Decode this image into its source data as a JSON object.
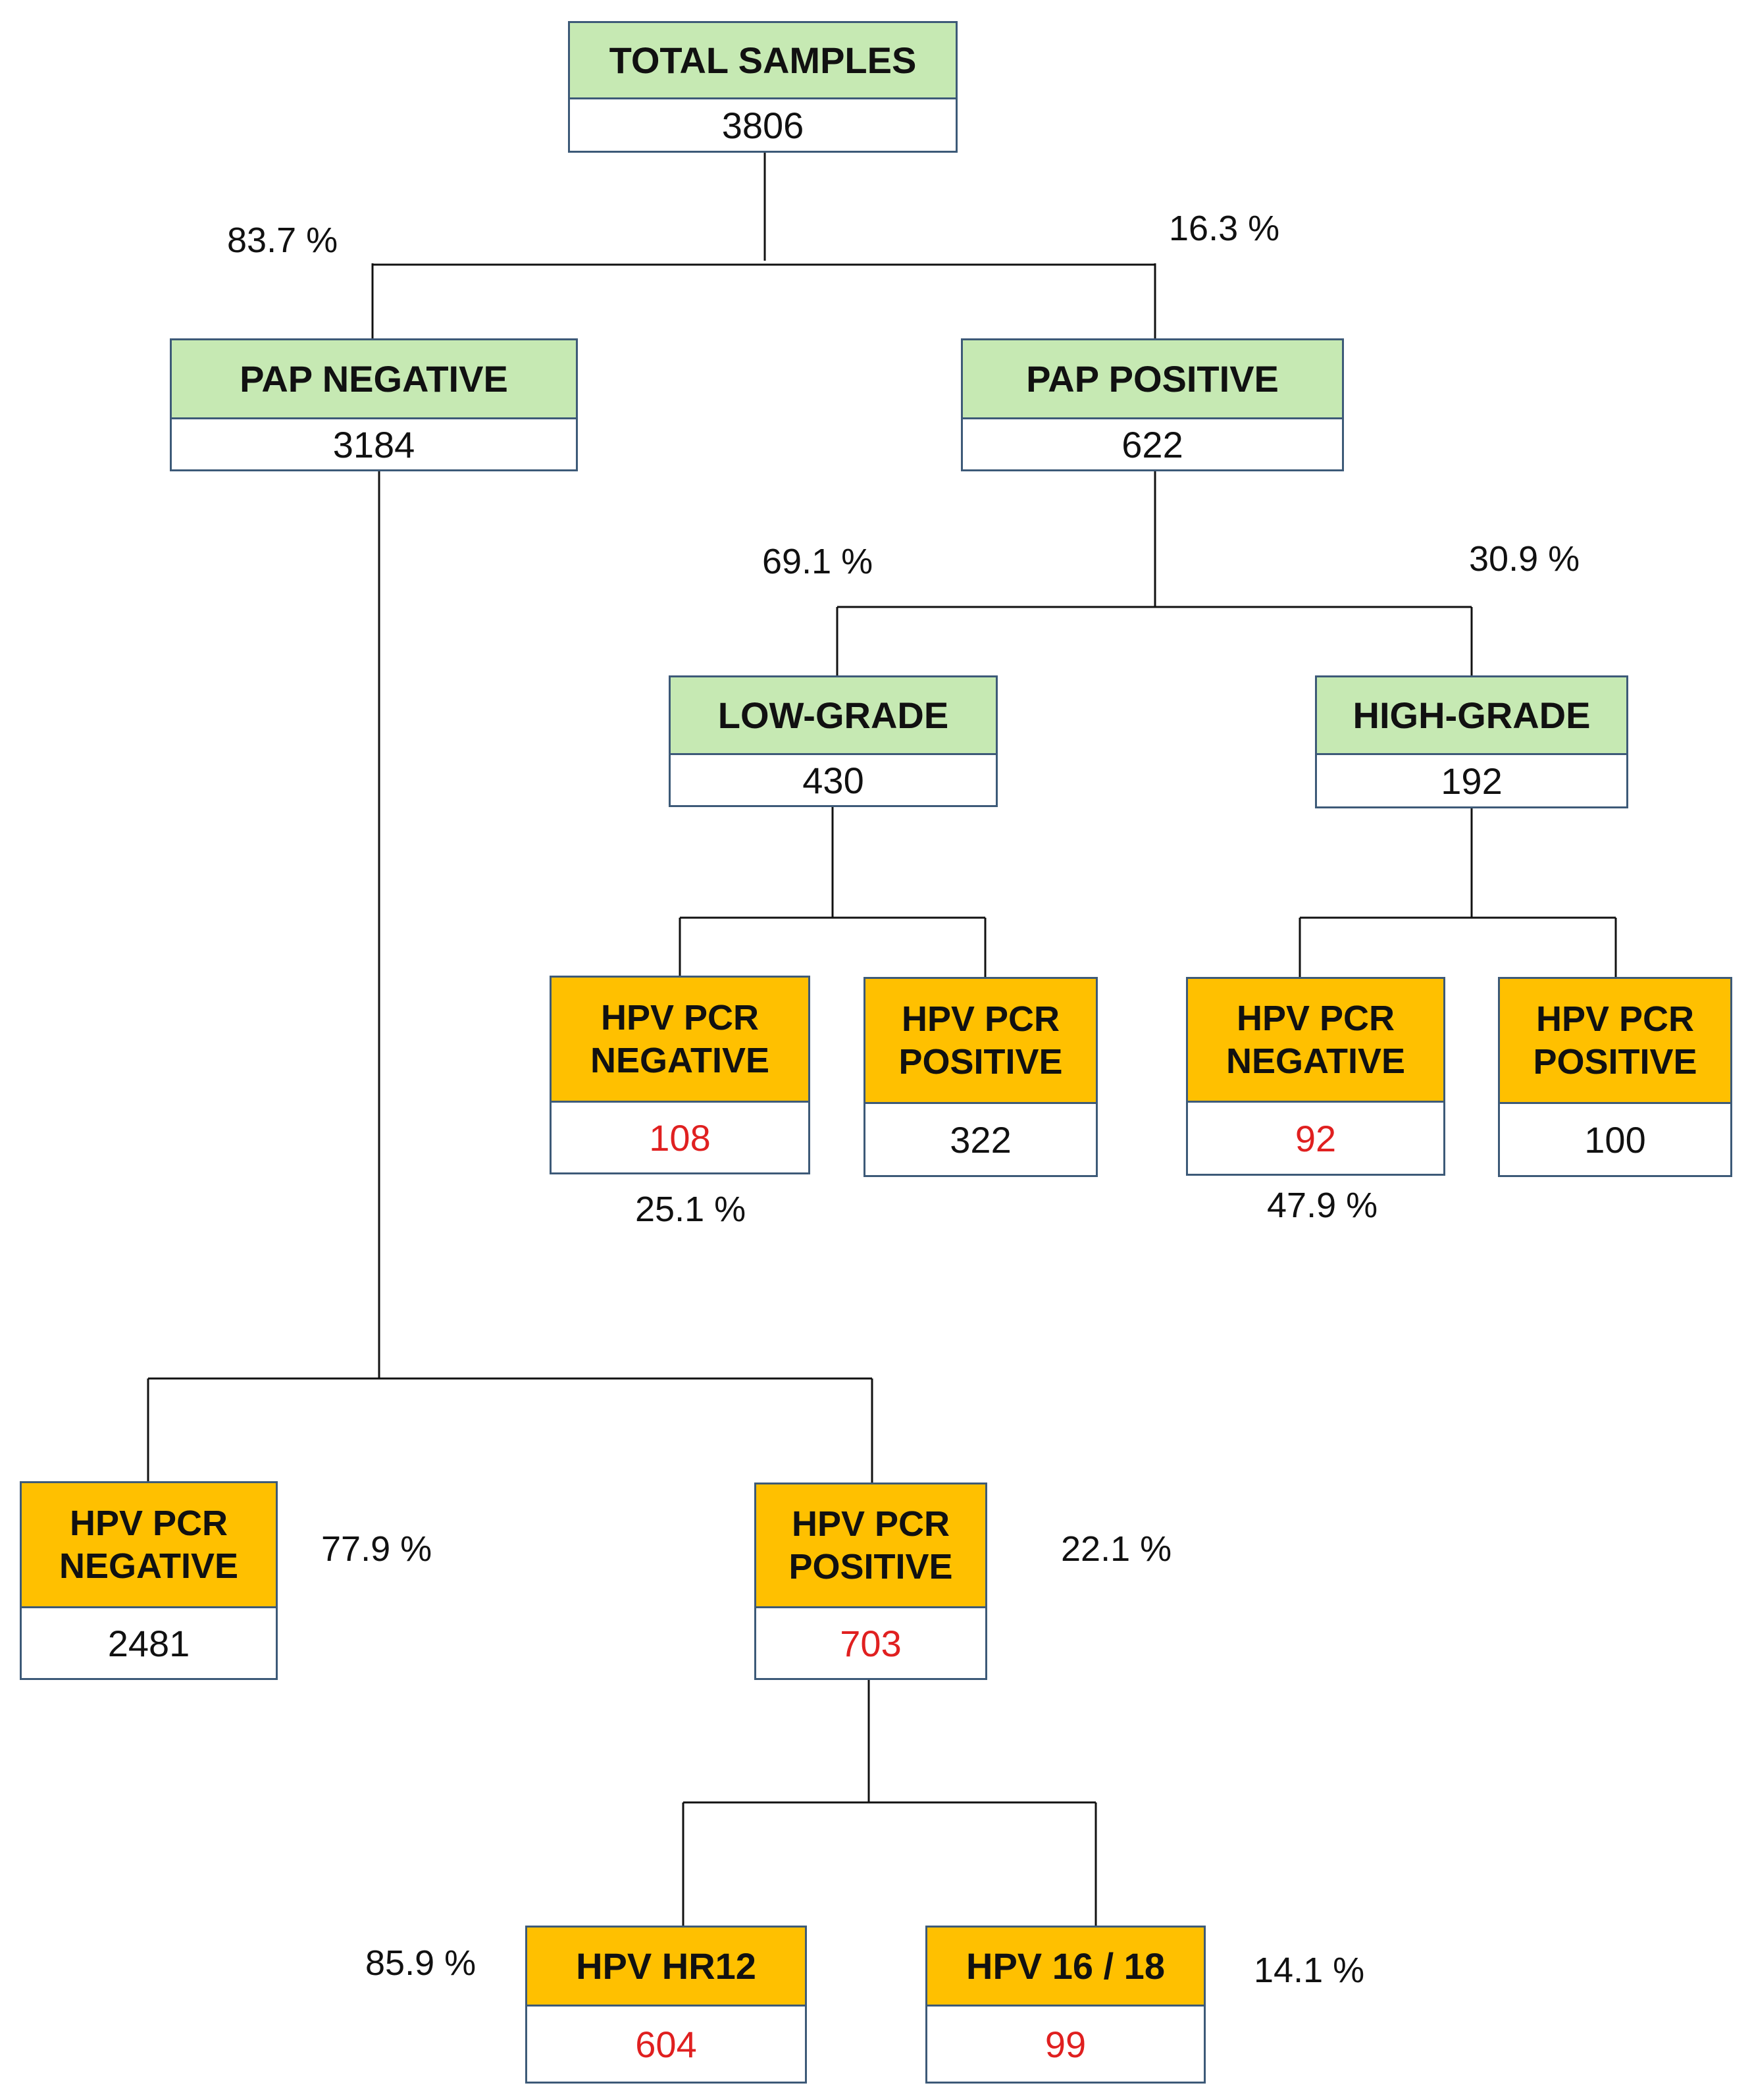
{
  "colors": {
    "green_header": "#c6e9b3",
    "orange_header": "#ffc000",
    "highlight_value": "#e02020",
    "box_border": "#3d5a78",
    "connector": "#111111"
  },
  "nodes": {
    "total": {
      "label": "TOTAL SAMPLES",
      "value": "3806"
    },
    "pap_negative": {
      "label": "PAP NEGATIVE",
      "value": "3184"
    },
    "pap_positive": {
      "label": "PAP POSITIVE",
      "value": "622"
    },
    "low_grade": {
      "label": "LOW-GRADE",
      "value": "430"
    },
    "high_grade": {
      "label": "HIGH-GRADE",
      "value": "192"
    },
    "lg_hpv_negative": {
      "label_line1": "HPV PCR",
      "label_line2": "NEGATIVE",
      "value": "108"
    },
    "lg_hpv_positive": {
      "label_line1": "HPV PCR",
      "label_line2": "POSITIVE",
      "value": "322"
    },
    "hg_hpv_negative": {
      "label_line1": "HPV PCR",
      "label_line2": "NEGATIVE",
      "value": "92"
    },
    "hg_hpv_positive": {
      "label_line1": "HPV PCR",
      "label_line2": "POSITIVE",
      "value": "100"
    },
    "neg_hpv_negative": {
      "label_line1": "HPV PCR",
      "label_line2": "NEGATIVE",
      "value": "2481"
    },
    "neg_hpv_positive": {
      "label_line1": "HPV PCR",
      "label_line2": "POSITIVE",
      "value": "703"
    },
    "hpv_hr12": {
      "label": "HPV HR12",
      "value": "604"
    },
    "hpv_16_18": {
      "label": "HPV 16 / 18",
      "value": "99"
    }
  },
  "percentages": {
    "pap_negative": "83.7 %",
    "pap_positive": "16.3 %",
    "low_grade": "69.1 %",
    "high_grade": "30.9 %",
    "lg_hpv_negative": "25.1 %",
    "hg_hpv_negative": "47.9 %",
    "neg_hpv_negative": "77.9 %",
    "neg_hpv_positive": "22.1 %",
    "hpv_hr12": "85.9 %",
    "hpv_16_18": "14.1 %"
  }
}
